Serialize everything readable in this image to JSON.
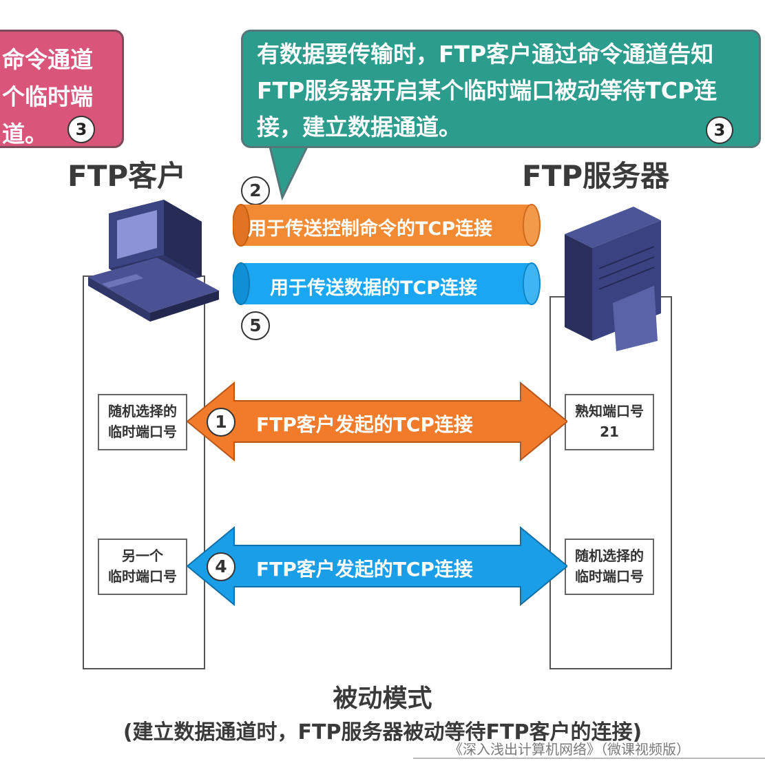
{
  "callout_left": {
    "text": "命令通道\n个临时端\n道。",
    "badge": "3",
    "color": "#d9557a"
  },
  "callout_right": {
    "text": "有数据要传输时，FTP客户通过命令通道告知FTP服务器开启某个临时端口被动等待TCP连接，建立数据通道。",
    "badge": "3",
    "color": "#2c9c8c"
  },
  "client_title": "FTP客户",
  "server_title": "FTP服务器",
  "step_2": "2",
  "step_5": "5",
  "pipe_control": {
    "label": "用于传送控制命令的TCP连接",
    "color": "#f28a33"
  },
  "pipe_data": {
    "label": "用于传送数据的TCP连接",
    "color": "#1aa6f0"
  },
  "arrow_1": {
    "step": "1",
    "label": "FTP客户发起的TCP连接",
    "color": "#f17b2b"
  },
  "arrow_4": {
    "step": "4",
    "label": "FTP客户发起的TCP连接",
    "color": "#1a9ee8"
  },
  "client_port_1": {
    "line1": "随机选择的",
    "line2": "临时端口号"
  },
  "server_port_1": {
    "line1": "熟知端口号",
    "line2": "21"
  },
  "client_port_2": {
    "line1": "另一个",
    "line2": "临时端口号"
  },
  "server_port_2": {
    "line1": "随机选择的",
    "line2": "临时端口号"
  },
  "caption": {
    "line1": "被动模式",
    "line2": "(建立数据通道时，FTP服务器被动等待FTP客户的连接)"
  },
  "watermark": "《深入浅出计算机网络》（微课视频版）",
  "icons": {
    "client": "computer-icon",
    "server": "server-icon"
  }
}
